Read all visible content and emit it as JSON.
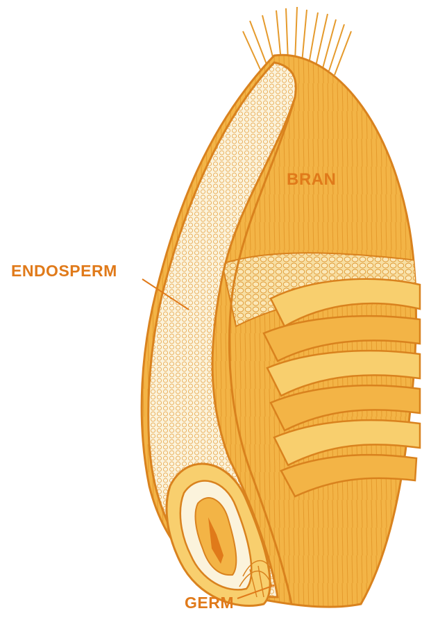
{
  "labels": {
    "bran": "BRAN",
    "endosperm": "ENDOSPERM",
    "germ": "GERM"
  },
  "colors": {
    "accent": "#e07a1a",
    "bran_fill": "#f3b446",
    "bran_light": "#f8cf6e",
    "endosperm_fill": "#fbf3dc",
    "cell_line": "#e6a040",
    "outline": "#d9821e",
    "background": "#ffffff"
  }
}
